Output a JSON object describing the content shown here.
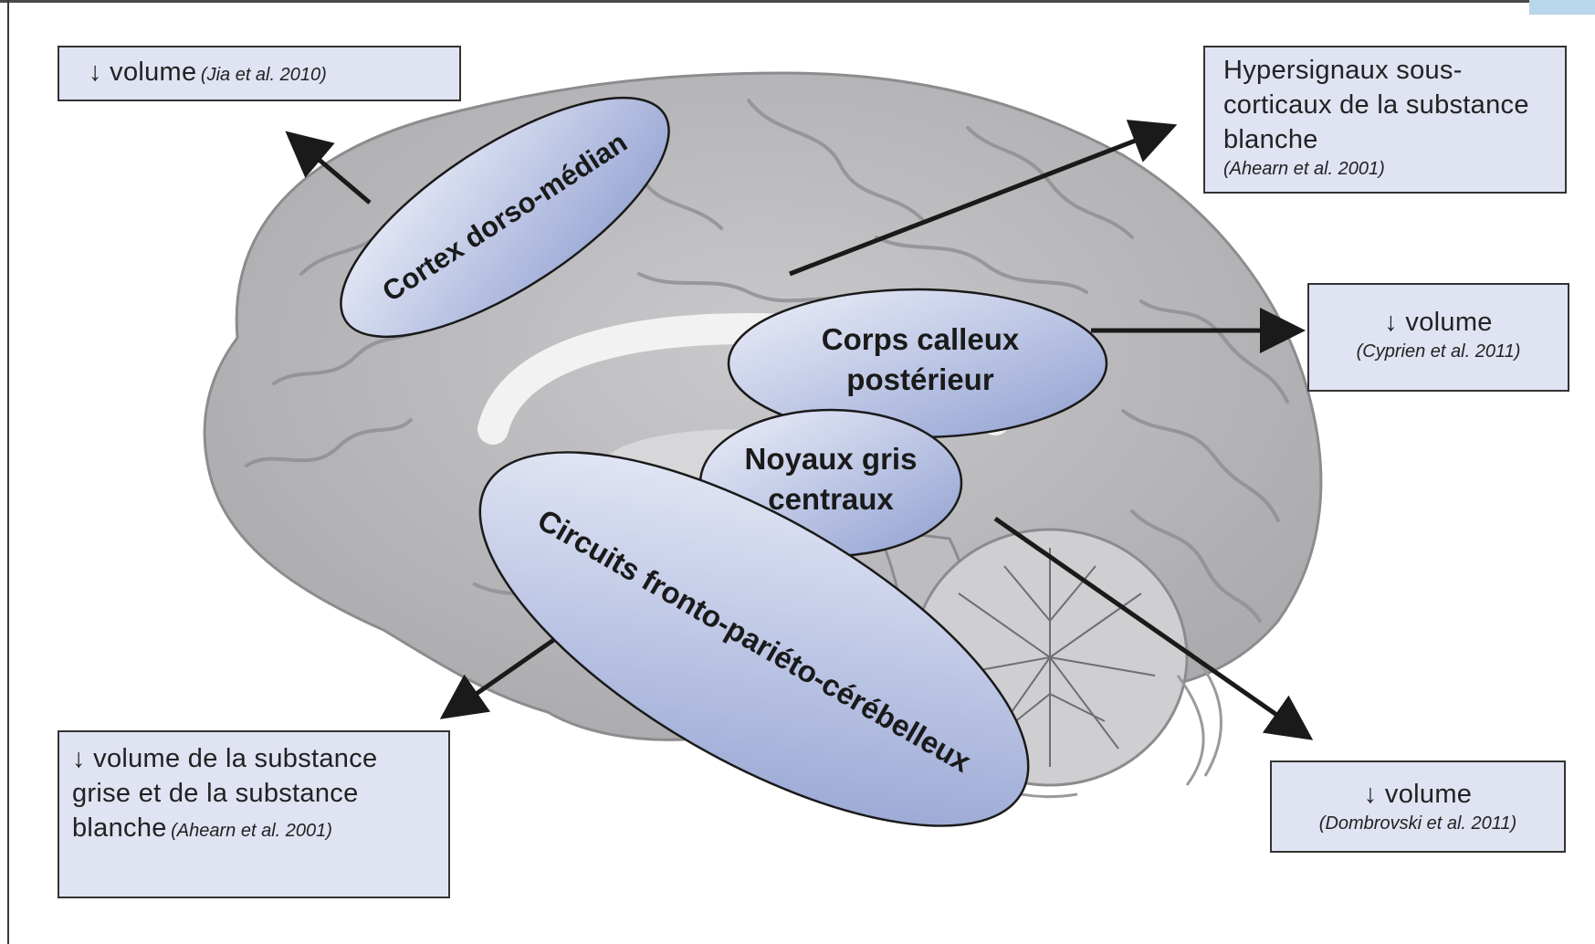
{
  "boxes": {
    "top_left": {
      "main": "↓ volume",
      "cite": "(Jia et al. 2010)"
    },
    "top_right": {
      "main": "Hypersignaux sous-corticaux de la substance blanche",
      "cite": "(Ahearn et al. 2001)"
    },
    "mid_right": {
      "main": "↓ volume",
      "cite": "(Cyprien et al. 2011)"
    },
    "bottom_right": {
      "main": "↓ volume",
      "cite": "(Dombrovski et al. 2011)"
    },
    "bottom_left": {
      "main": "↓ volume de la substance grise et de la substance blanche",
      "cite": "(Ahearn et al. 2001)"
    }
  },
  "regions": {
    "cortex": "Cortex dorso-médian",
    "corps_calleux_1": "Corps calleux",
    "corps_calleux_2": "postérieur",
    "noyaux_1": "Noyaux gris",
    "noyaux_2": "centraux",
    "circuits": "Circuits fronto-pariéto-cérébelleux"
  },
  "colors": {
    "ellipse_light": "#eef0fa",
    "ellipse_dark": "#8f9fd0",
    "box_fill": "#dfe3f2",
    "brain": "#b7b7b9",
    "arrow": "#1a1a1a"
  }
}
